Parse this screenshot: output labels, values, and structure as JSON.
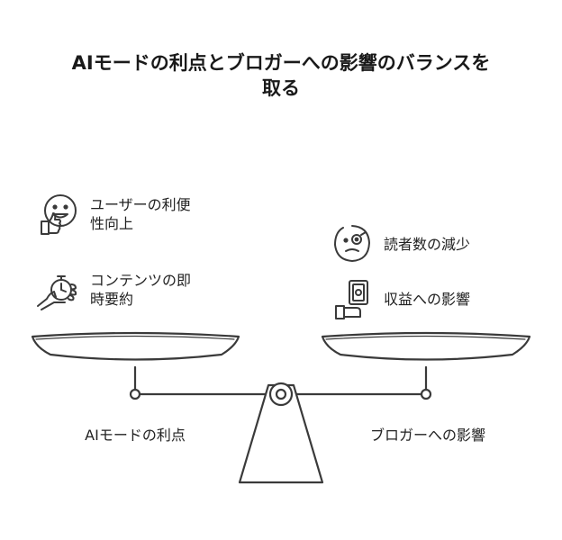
{
  "title": {
    "line1": "AIモードの利点とブロガーへの影響のバランスを",
    "line2": "取る"
  },
  "left": {
    "label": "AIモードの利点",
    "items": [
      {
        "line1": "ユーザーの利便",
        "line2": "性向上",
        "icon": "thumbs-up-smile-icon"
      },
      {
        "line1": "コンテンツの即",
        "line2": "時要約",
        "icon": "hand-stopwatch-icon"
      }
    ]
  },
  "right": {
    "label": "ブロガーへの影響",
    "items": [
      {
        "line1": "読者数の減少",
        "icon": "worried-face-icon"
      },
      {
        "line1": "収益への影響",
        "icon": "hand-money-icon"
      }
    ]
  },
  "colors": {
    "stroke": "#3a3a3a",
    "text": "#222222"
  }
}
